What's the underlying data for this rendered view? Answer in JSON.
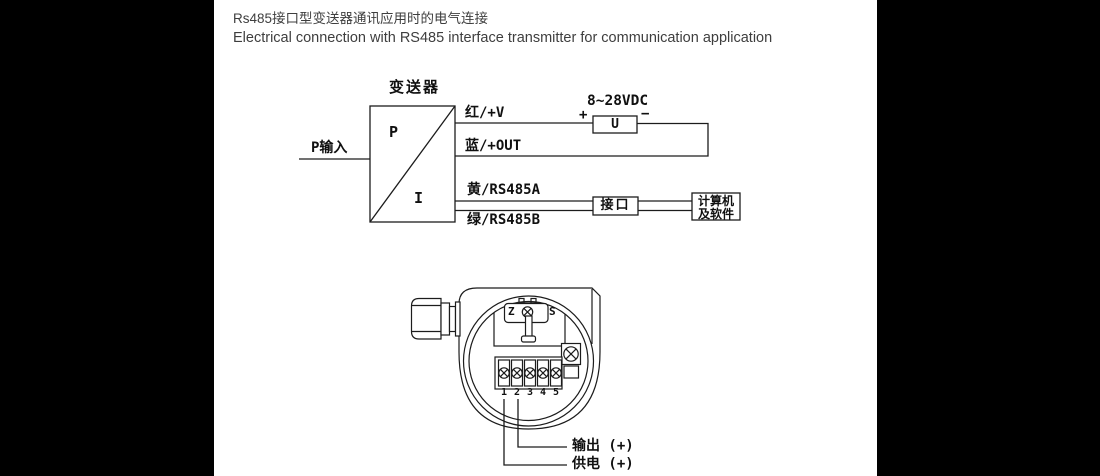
{
  "header": {
    "title_zh": "Rs485接口型变送器通讯应用时的电气连接",
    "title_en": "Electrical connection with RS485 interface transmitter for communication application"
  },
  "wiring": {
    "transmitter_label": "变送器",
    "input_label": "P输入",
    "port_pressure": "P",
    "port_current": "I",
    "wire_red": "红/+V",
    "wire_blue": "蓝/+OUT",
    "wire_yellow": "黄/RS485A",
    "wire_green": "绿/RS485B",
    "supply_rating": "8~28VDC",
    "supply_plus": "+",
    "supply_minus": "−",
    "supply_symbol": "U",
    "interface_label": "接口",
    "computer_line1": "计算机",
    "computer_line2": "及软件"
  },
  "terminal_view": {
    "zero_label": "Z",
    "span_label": "S",
    "terminal_numbers": [
      "1",
      "2",
      "3",
      "4",
      "5"
    ],
    "callout_output": "输出 (+)",
    "callout_supply": "供电 (+)"
  },
  "colors": {
    "canvas_bg": "#000000",
    "panel_bg": "#ffffff",
    "line": "#1c1c1c",
    "title_text": "#3e3e3e",
    "label_text": "#101010"
  }
}
